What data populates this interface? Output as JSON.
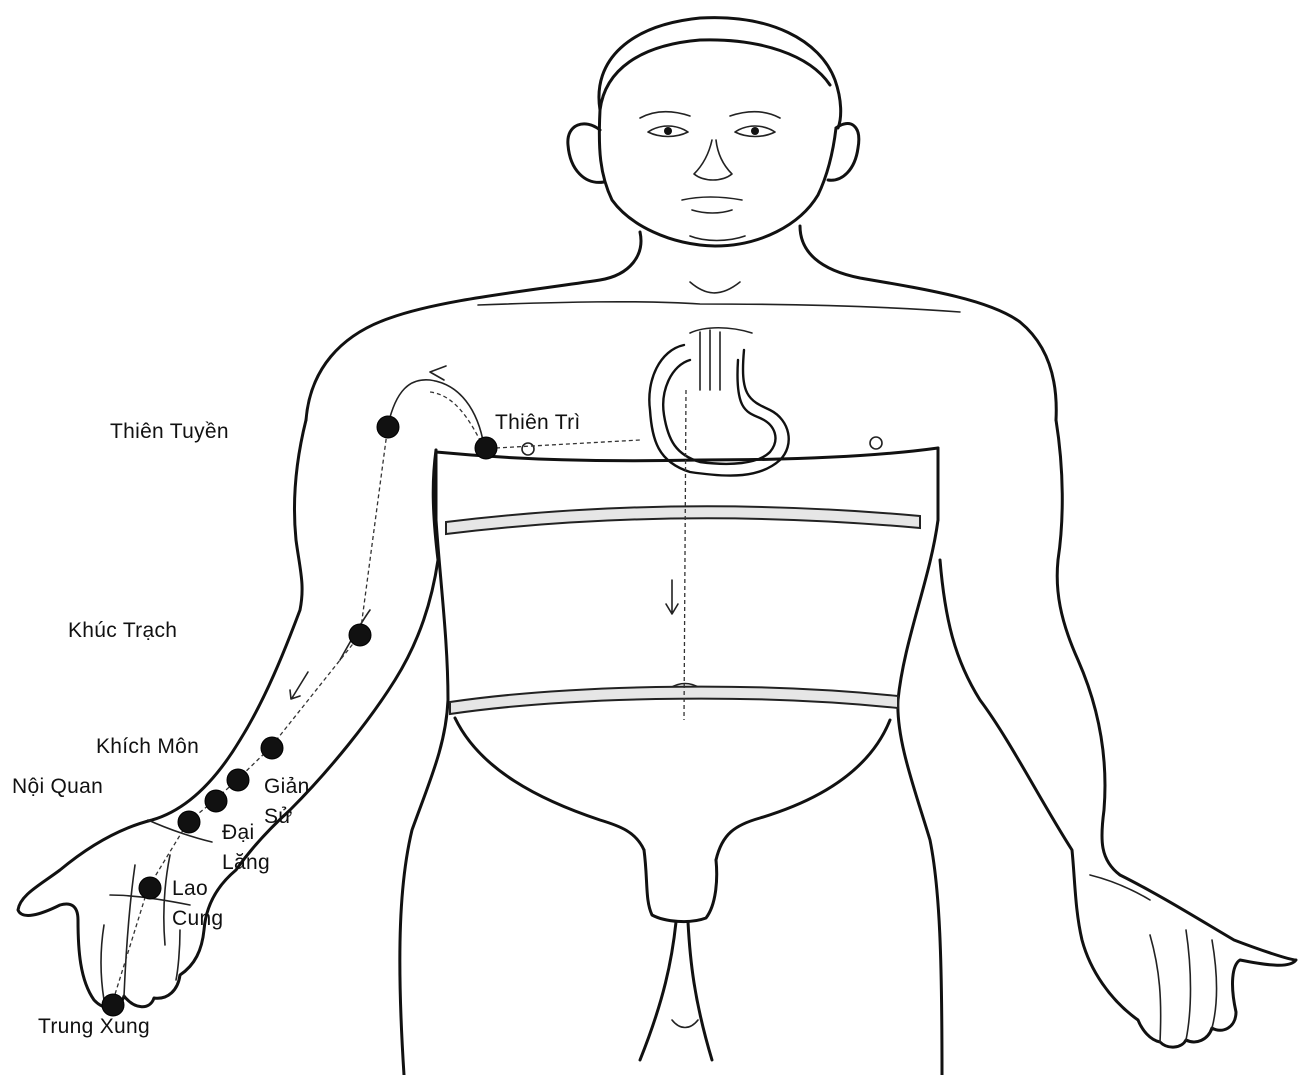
{
  "labels": {
    "thien_tuyen": "Thiên Tuyền",
    "thien_tri": "Thiên Trì",
    "khuc_trach": "Khúc Trạch",
    "khich_mon": "Khích Môn",
    "noi_quan": "Nội Quan",
    "gian_su": "Giản\nSử",
    "dai_lang": "Đại\nLăng",
    "lao_cung": "Lao\nCung",
    "trung_xung": "Trung Xung"
  },
  "colors": {
    "ink": "#111111",
    "background": "#ffffff",
    "belt_fill": "#e6e6e6"
  }
}
